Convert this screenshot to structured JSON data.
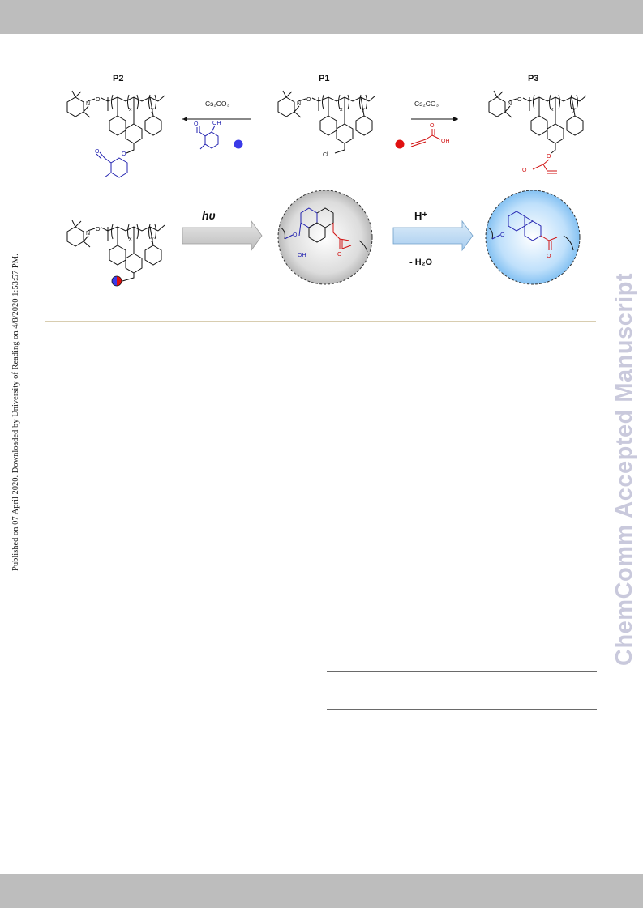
{
  "header": {},
  "side_note": "Published on 07 April 2020. Downloaded by University of Reading on 4/8/2020 1:53:57 PM.",
  "watermark": "ChemComm Accepted Manuscript",
  "scheme": {
    "labels": {
      "p1": "P1",
      "p2": "P2",
      "p3": "P3"
    },
    "reagent_left": "Cs₂CO₃",
    "reagent_right": "Cs₂CO₃",
    "photo": "hυ",
    "acid": "H⁺",
    "loss": "- H₂O",
    "atoms": {
      "n": "N",
      "o": "O",
      "oh": "OH",
      "cl": "Cl",
      "x": "x",
      "y": "y"
    }
  },
  "colors": {
    "blue": "#3a3ae8",
    "red": "#e01010",
    "grey_arrow": "#d0d0d0",
    "blue_arrow": "#bcd8f2"
  }
}
